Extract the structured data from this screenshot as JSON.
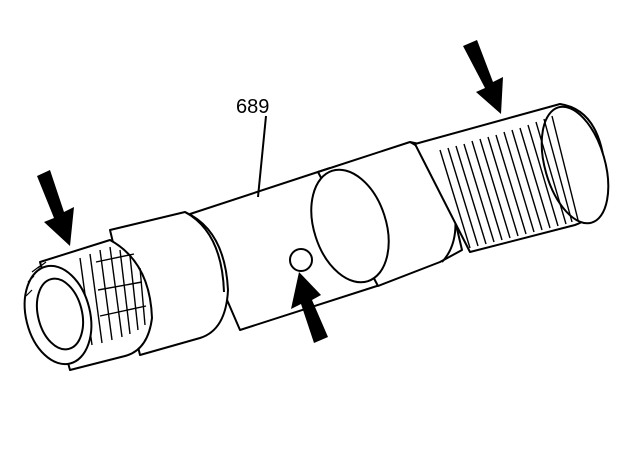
{
  "figure": {
    "callout_label": "689",
    "line_color": "#000000",
    "background_color": "#ffffff",
    "arrows": [
      {
        "name": "arrow-left-spline",
        "icon": "arrow-down-icon"
      },
      {
        "name": "arrow-oil-hole",
        "icon": "arrow-up-icon"
      },
      {
        "name": "arrow-right-spline",
        "icon": "arrow-down-icon"
      }
    ]
  }
}
